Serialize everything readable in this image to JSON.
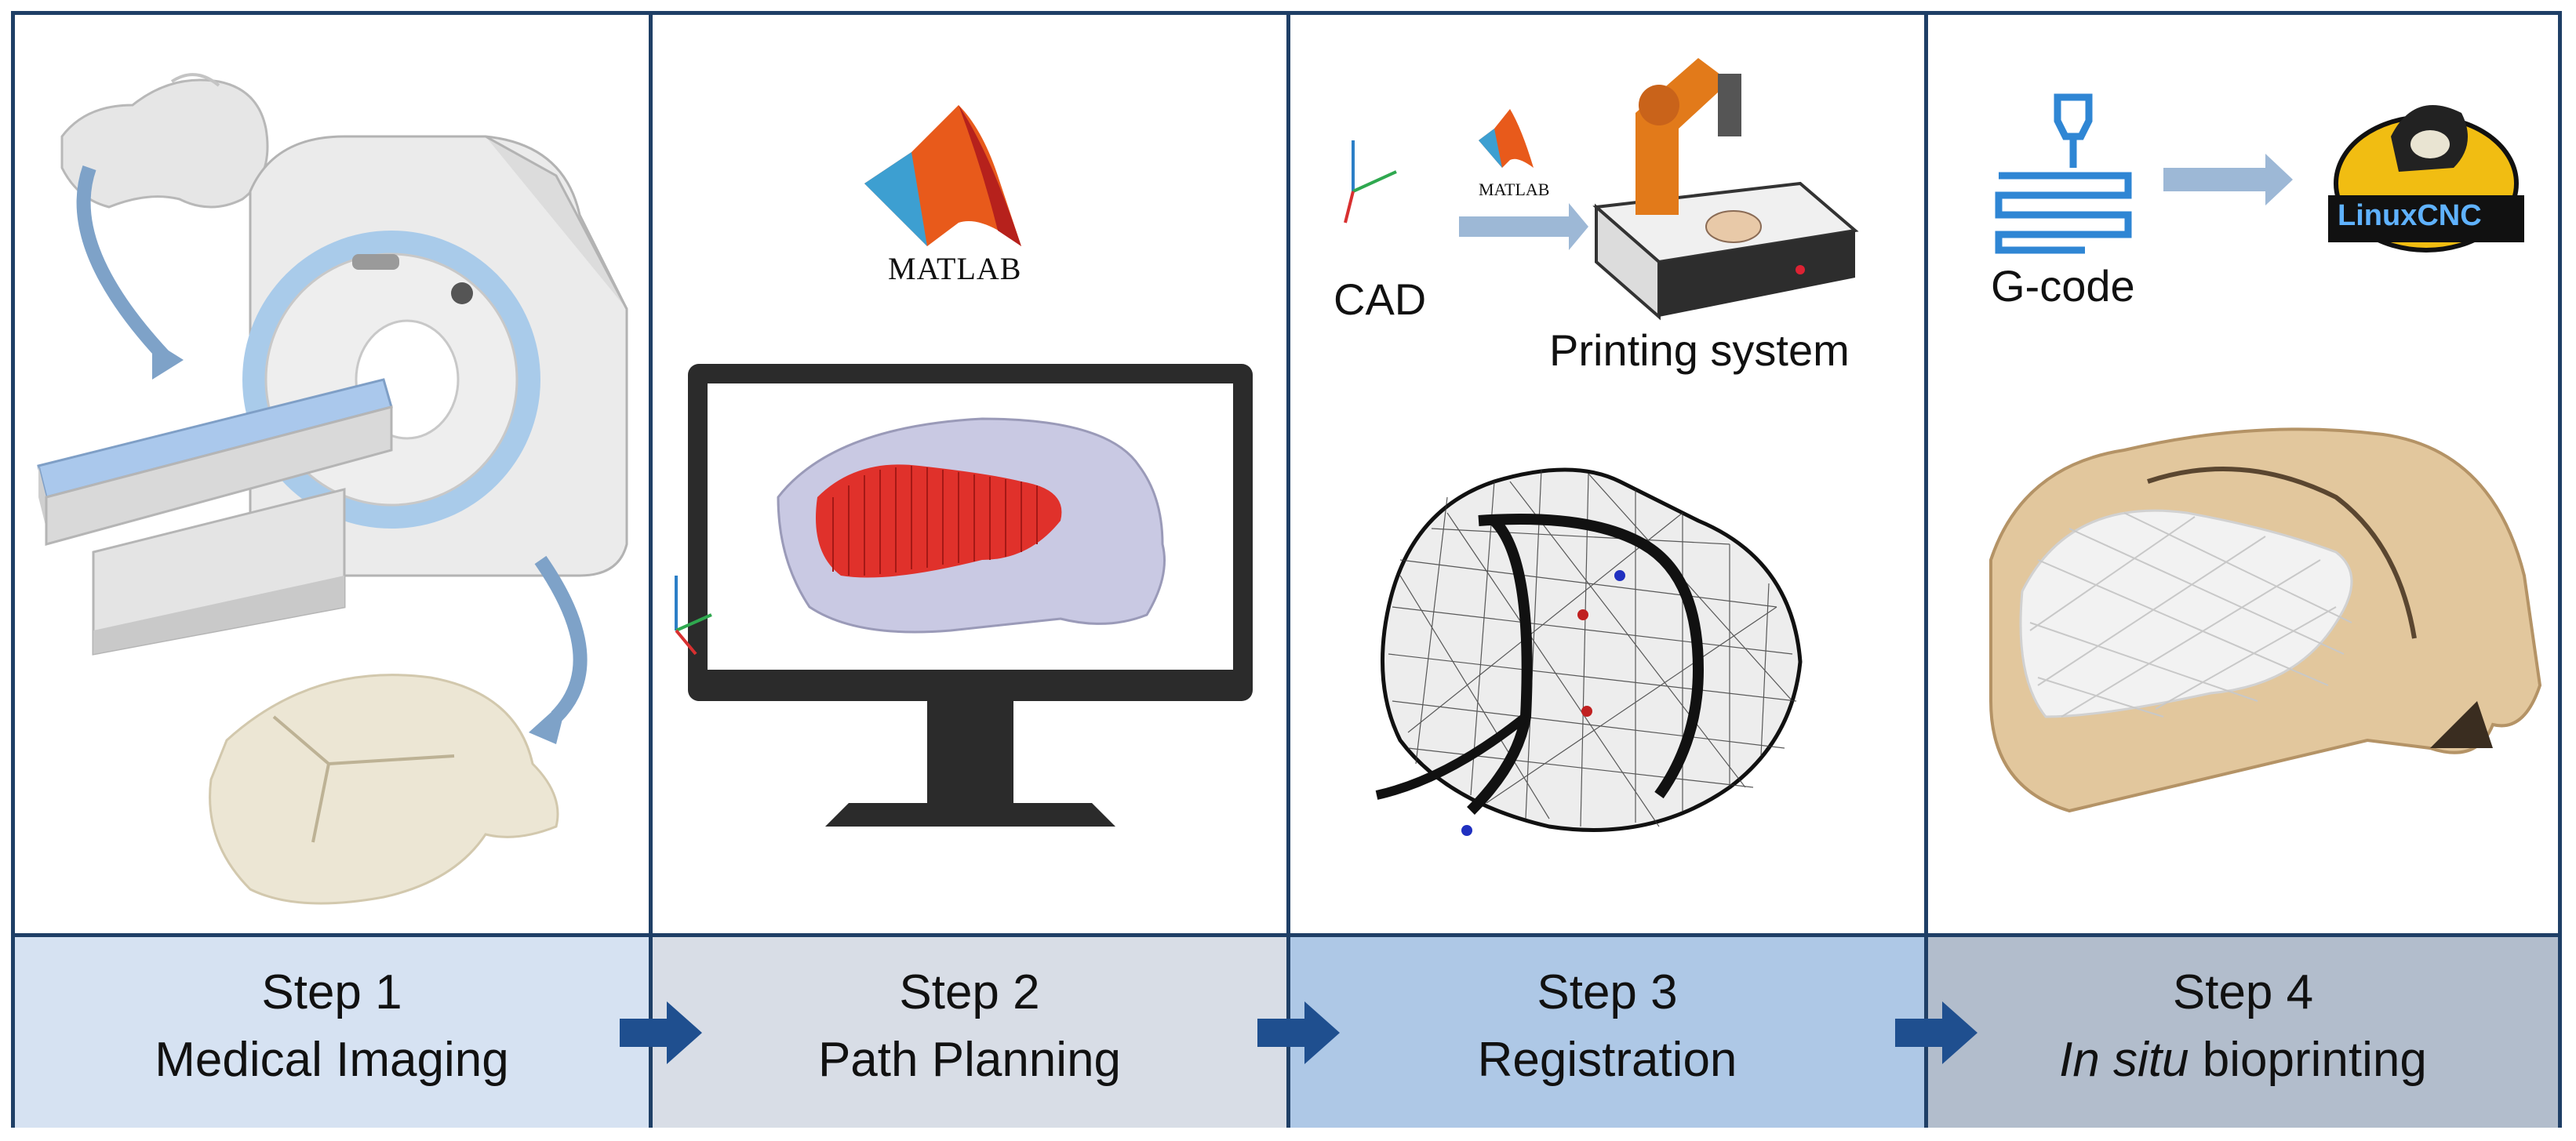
{
  "colors": {
    "border": "#1f3f66",
    "step1_bg": "#d6e2f2",
    "step2_bg": "#d8dde6",
    "step3_bg": "#aec8e6",
    "step4_bg": "#b2bdcc",
    "arrow": "#1f4f8f"
  },
  "panels": [
    {
      "step": "Step 1",
      "title": "Medical Imaging",
      "icons": [
        "patient-head-icon",
        "mri-scanner-icon",
        "skull-model-icon"
      ]
    },
    {
      "step": "Step 2",
      "title": "Path Planning",
      "logo_text": "MATLAB",
      "icons": [
        "matlab-logo-icon",
        "monitor-icon",
        "skull-path-icon",
        "xyz-axes-icon"
      ]
    },
    {
      "step": "Step 3",
      "title": "Registration",
      "cad_label": "CAD",
      "matlab_small": "MATLAB",
      "printing_label": "Printing system",
      "icons": [
        "xyz-axes-icon",
        "matlab-logo-icon",
        "robot-printer-icon",
        "mesh-skull-icon"
      ]
    },
    {
      "step": "Step 4",
      "title_italic": "In situ",
      "title_rest": " bioprinting",
      "gcode_label": "G-code",
      "linuxcnc_label": "LinuxCNC",
      "icons": [
        "nozzle-toolpath-icon",
        "linuxcnc-logo-icon",
        "printed-skull-icon"
      ]
    }
  ]
}
